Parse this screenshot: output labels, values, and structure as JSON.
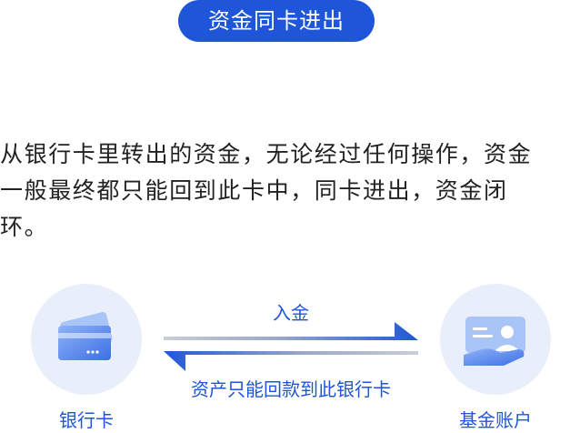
{
  "header": {
    "title": "资金同卡进出"
  },
  "description": {
    "lines": [
      "从银行卡里转出的资金，无论经过任何操作，资金",
      "一般最终都只能回到此卡中，同卡进出，资金闭",
      "环。"
    ]
  },
  "flow": {
    "left_node_label": "银行卡",
    "right_node_label": "基金账户",
    "top_arrow_label": "入金",
    "bottom_arrow_label": "资产只能回款到此银行卡",
    "accent_color": "#1f56d9",
    "icons": {
      "left": "bank-card-icon",
      "right": "account-id-card-icon"
    }
  }
}
